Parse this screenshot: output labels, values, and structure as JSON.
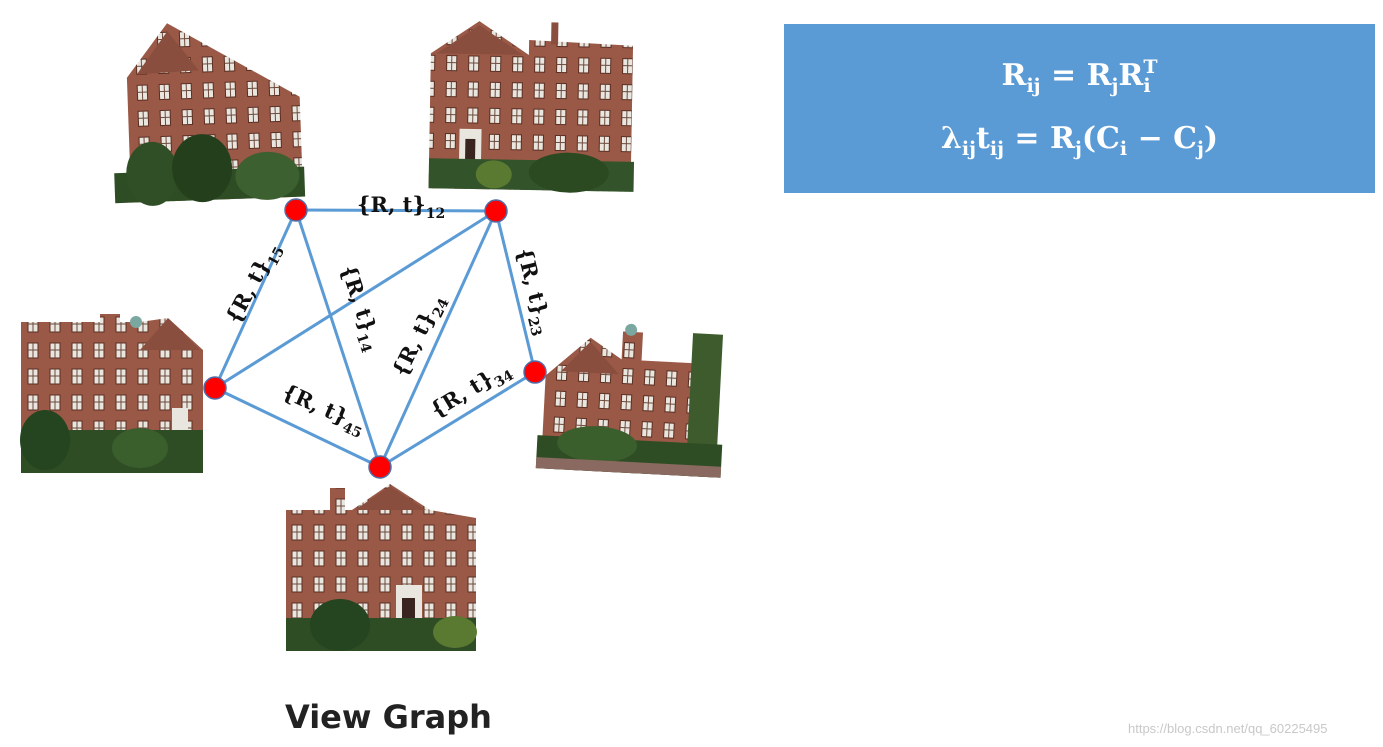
{
  "formulas": {
    "line1": {
      "R_lhs": "R",
      "R_lhs_sub": "ij",
      "eq": " = ",
      "Rj": "R",
      "Rj_sub": "j",
      "Ri": "R",
      "Ri_sup": "T",
      "Ri_sub": "i"
    },
    "line2": {
      "lambda": "λ",
      "lambda_sub": "ij",
      "t": "t",
      "t_sub": "ij",
      "eq": " = ",
      "Rj": "R",
      "Rj_sub": "j",
      "open": "(",
      "Ci": "C",
      "Ci_sub": "i",
      "minus": " − ",
      "Cj": "C",
      "Cj_sub": "j",
      "close": ")"
    }
  },
  "edge_labels": {
    "e12": {
      "text": "{R, t}",
      "sub": "12"
    },
    "e15": {
      "text": "{R, t}",
      "sub": "15"
    },
    "e14": {
      "text": "{R, t}",
      "sub": "14"
    },
    "e24": {
      "text": "{R, t}",
      "sub": "24"
    },
    "e23": {
      "text": "{R, t}",
      "sub": "23"
    },
    "e34": {
      "text": "{R, t}",
      "sub": "34"
    },
    "e45": {
      "text": "{R, t}",
      "sub": "45"
    }
  },
  "title": "View Graph",
  "watermark": "https://blog.csdn.net/qq_60225495",
  "colors": {
    "formula_box": "#5b9bd5",
    "edge": "#5b9bd5",
    "node": "#ff0000",
    "node_stroke": "#4f6ea8",
    "brick": "#9a5846"
  }
}
